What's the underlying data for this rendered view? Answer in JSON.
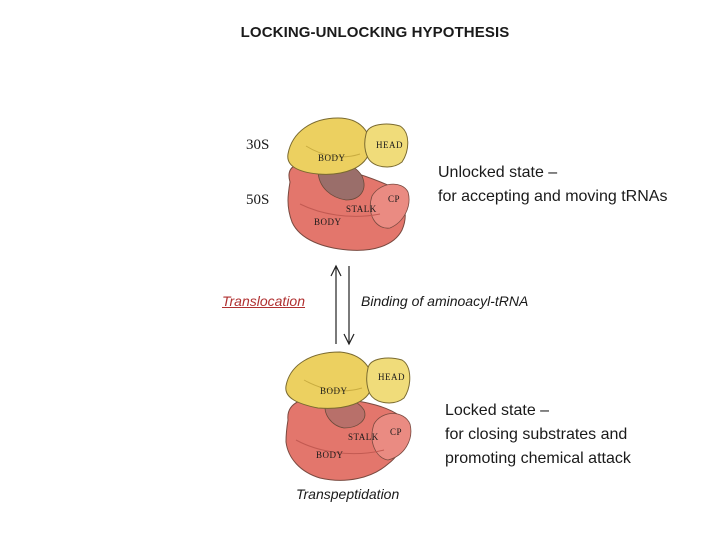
{
  "title": "LOCKING-UNLOCKING HYPOTHESIS",
  "top_diagram": {
    "subunit_30s": "30S",
    "subunit_50s": "50S",
    "labels": {
      "head": "HEAD",
      "body_30s": "BODY",
      "cp": "CP",
      "stalk": "STALK",
      "body_50s": "BODY"
    }
  },
  "bottom_diagram": {
    "labels": {
      "head": "HEAD",
      "body_30s": "BODY",
      "cp": "CP",
      "stalk": "STALK",
      "body_50s": "BODY"
    }
  },
  "unlocked_state": {
    "line1": "Unlocked state –",
    "line2": "for accepting and moving tRNAs"
  },
  "locked_state": {
    "line1": "Locked state –",
    "line2": "for closing substrates and",
    "line3": "promoting chemical attack"
  },
  "transitions": {
    "translocation": "Translocation",
    "binding": "Binding of aminoacyl-tRNA",
    "transpeptidation": "Transpeptidation"
  },
  "colors": {
    "small_subunit": "#ecd060",
    "large_subunit": "#e07068",
    "stalk_dark": "#9a6a6a",
    "outline": "#6a4a3a"
  }
}
